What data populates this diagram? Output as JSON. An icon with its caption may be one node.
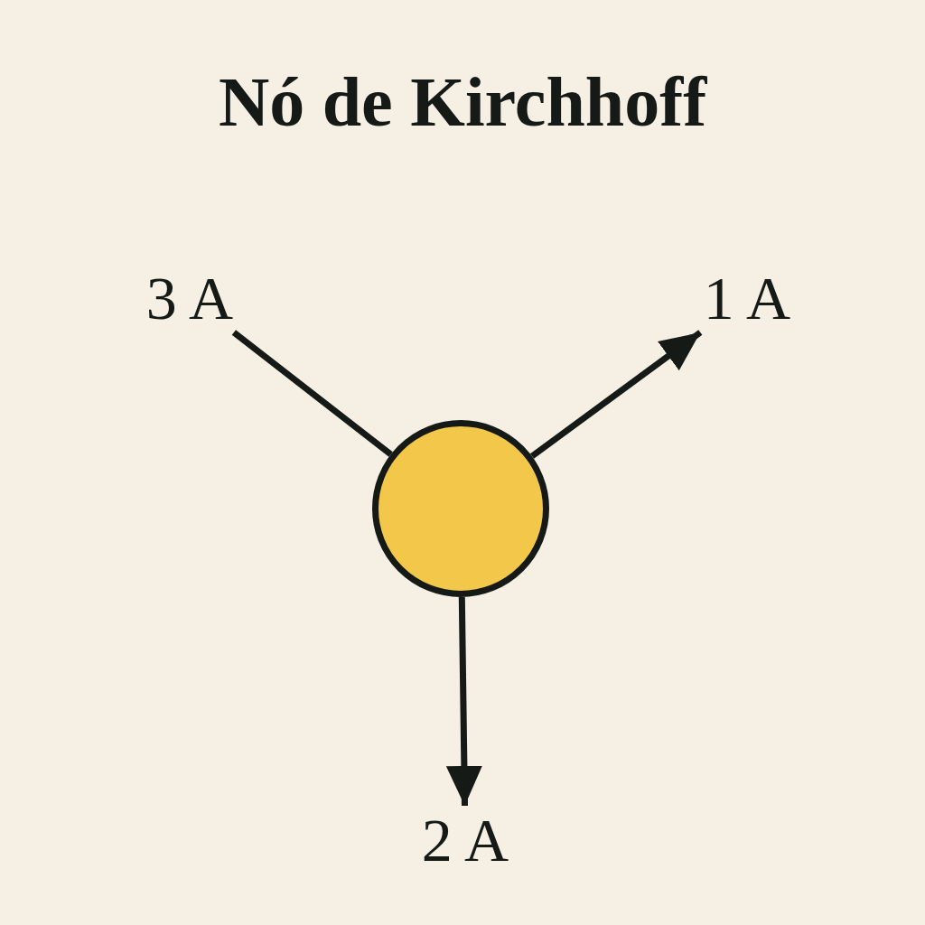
{
  "diagram": {
    "title": "Nó de Kirchhoff",
    "nodes": [
      {
        "text": [
          "3 A"
        ]
      },
      {
        "text": [
          "1 A"
        ]
      },
      {
        "text": [],
        "shape": "circle"
      },
      {
        "text": [
          "2 A"
        ]
      }
    ],
    "edges": [
      {
        "from": 0,
        "to": 2,
        "arrow": "none"
      },
      {
        "from": 2,
        "to": 1,
        "arrow": "to"
      },
      {
        "from": 2,
        "to": 3,
        "arrow": "to"
      }
    ]
  }
}
